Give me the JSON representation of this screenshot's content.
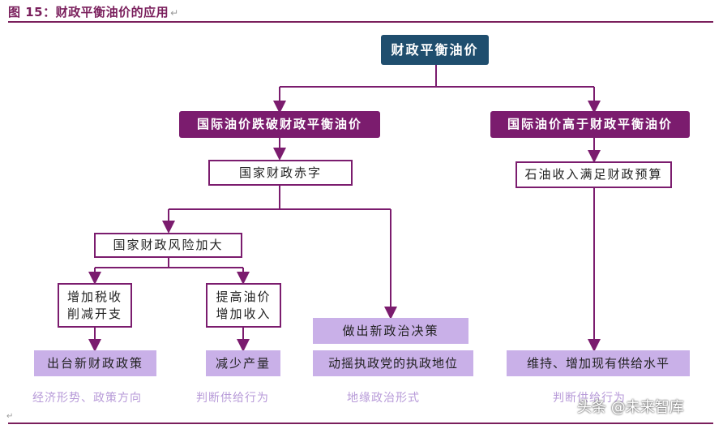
{
  "figure": {
    "number": "图 15：",
    "title": "财政平衡油价的应用"
  },
  "nodes": {
    "root": "财政平衡油价",
    "left_top": "国际油价跌破财政平衡油价",
    "right_top": "国际油价高于财政平衡油价",
    "deficit": "国家财政赤字",
    "risk": "国家财政风险加大",
    "tax_line1": "增加税收",
    "tax_line2": "削减开支",
    "raise_line1": "提高油价",
    "raise_line2": "增加收入",
    "policy_decision": "做出新政治决策",
    "new_fiscal": "出台新财政政策",
    "cut_output": "减少产量",
    "shake_ruling": "动摇执政党的执政地位",
    "oil_income": "石油收入满足财政预算",
    "maintain_supply": "维持、增加现有供给水平"
  },
  "notes": {
    "n1": "经济形势、政策方向",
    "n2": "判断供给行为",
    "n3": "地缘政治形式",
    "n4": "判断供给行为"
  },
  "watermark": "头条 @未来智库",
  "colors": {
    "root": "#1f4e6e",
    "purple": "#7b1c6e",
    "lavender": "#c9b0e8",
    "note": "#b79ad8"
  }
}
